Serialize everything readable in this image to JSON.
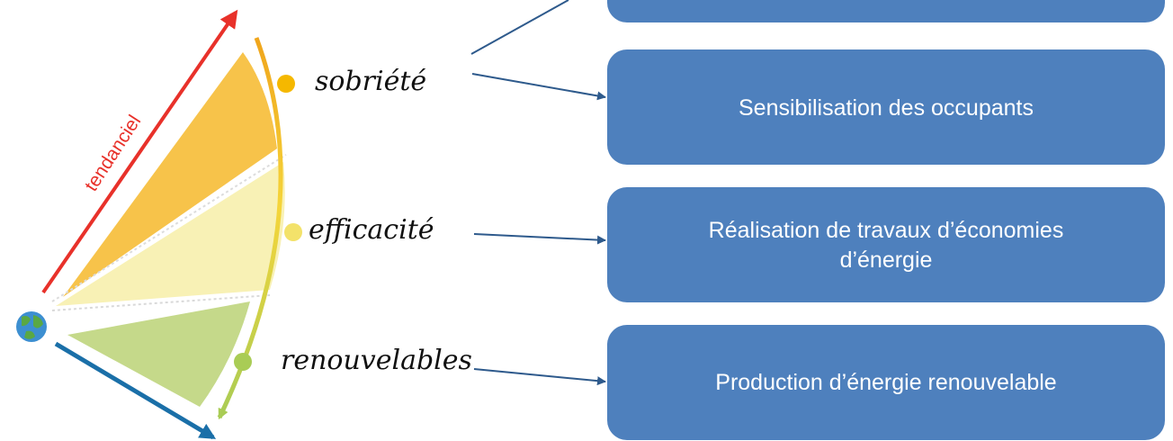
{
  "diagram": {
    "steps": [
      {
        "label": "sobriété",
        "color": "#f5b800"
      },
      {
        "label": "efficacité",
        "color": "#f3e26a"
      },
      {
        "label": "renouvelables",
        "color": "#a9cc55"
      }
    ],
    "trend_label": "tendanciel",
    "boxes": [
      {
        "lines": [
          "Sensibilisation des occupants"
        ]
      },
      {
        "lines": [
          "Réalisation de travaux d’économies",
          "d’énergie"
        ]
      },
      {
        "lines": [
          "Production d’énergie renouvelable"
        ]
      }
    ],
    "colors": {
      "box": "#4e80bd",
      "arrow": "#2e5a8c",
      "trend": "#e8312a",
      "target": "#1a6fa8",
      "fan_top": "#f7c34a",
      "fan_middle": "#f8f1b5",
      "fan_bottom": "#c5d98a"
    },
    "icons": {
      "origin": "globe-icon"
    }
  }
}
